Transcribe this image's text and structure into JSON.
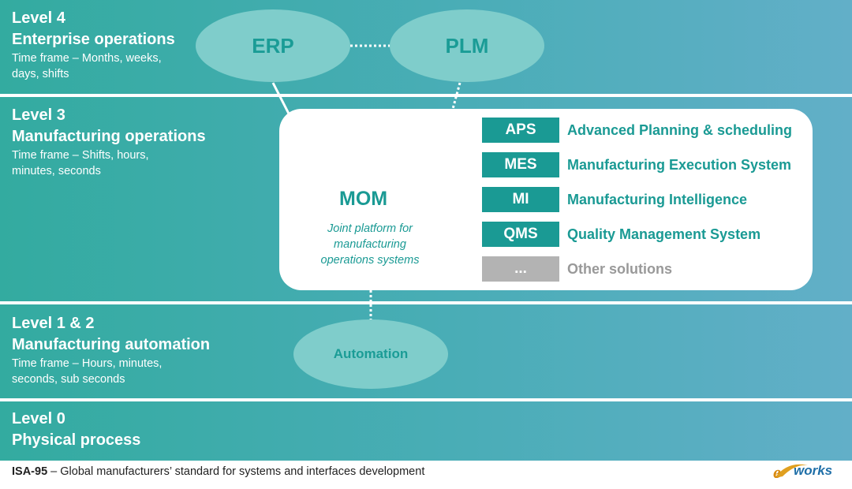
{
  "levels": [
    {
      "level": "Level 4",
      "name": "Enterprise operations",
      "timeframe": "Time frame – Months, weeks, days, shifts"
    },
    {
      "level": "Level 3",
      "name": "Manufacturing operations",
      "timeframe": "Time frame – Shifts, hours, minutes, seconds"
    },
    {
      "level": "Level 1 & 2",
      "name": "Manufacturing automation",
      "timeframe": "Time frame – Hours, minutes, seconds, sub seconds"
    },
    {
      "level": "Level 0",
      "name": "Physical process"
    }
  ],
  "enterprise_systems": [
    "ERP",
    "PLM"
  ],
  "mom": {
    "title": "MOM",
    "subtitle": "Joint platform for manufacturing operations systems",
    "modules": [
      {
        "abbr": "APS",
        "name": "Advanced Planning & scheduling"
      },
      {
        "abbr": "MES",
        "name": "Manufacturing Execution System"
      },
      {
        "abbr": "MI",
        "name": "Manufacturing Intelligence"
      },
      {
        "abbr": "QMS",
        "name": "Quality Management System"
      },
      {
        "abbr": "...",
        "name": "Other solutions"
      }
    ]
  },
  "automation_label": "Automation",
  "footer": {
    "bold": "ISA-95",
    "text": " – Global manufacturers’ standard for systems and interfaces development"
  },
  "logo": {
    "e": "e",
    "rest": "works"
  },
  "colors": {
    "teal_dark": "#1a9a94",
    "ellipse": "#7fcdcb",
    "grey": "#b3b3b3"
  }
}
